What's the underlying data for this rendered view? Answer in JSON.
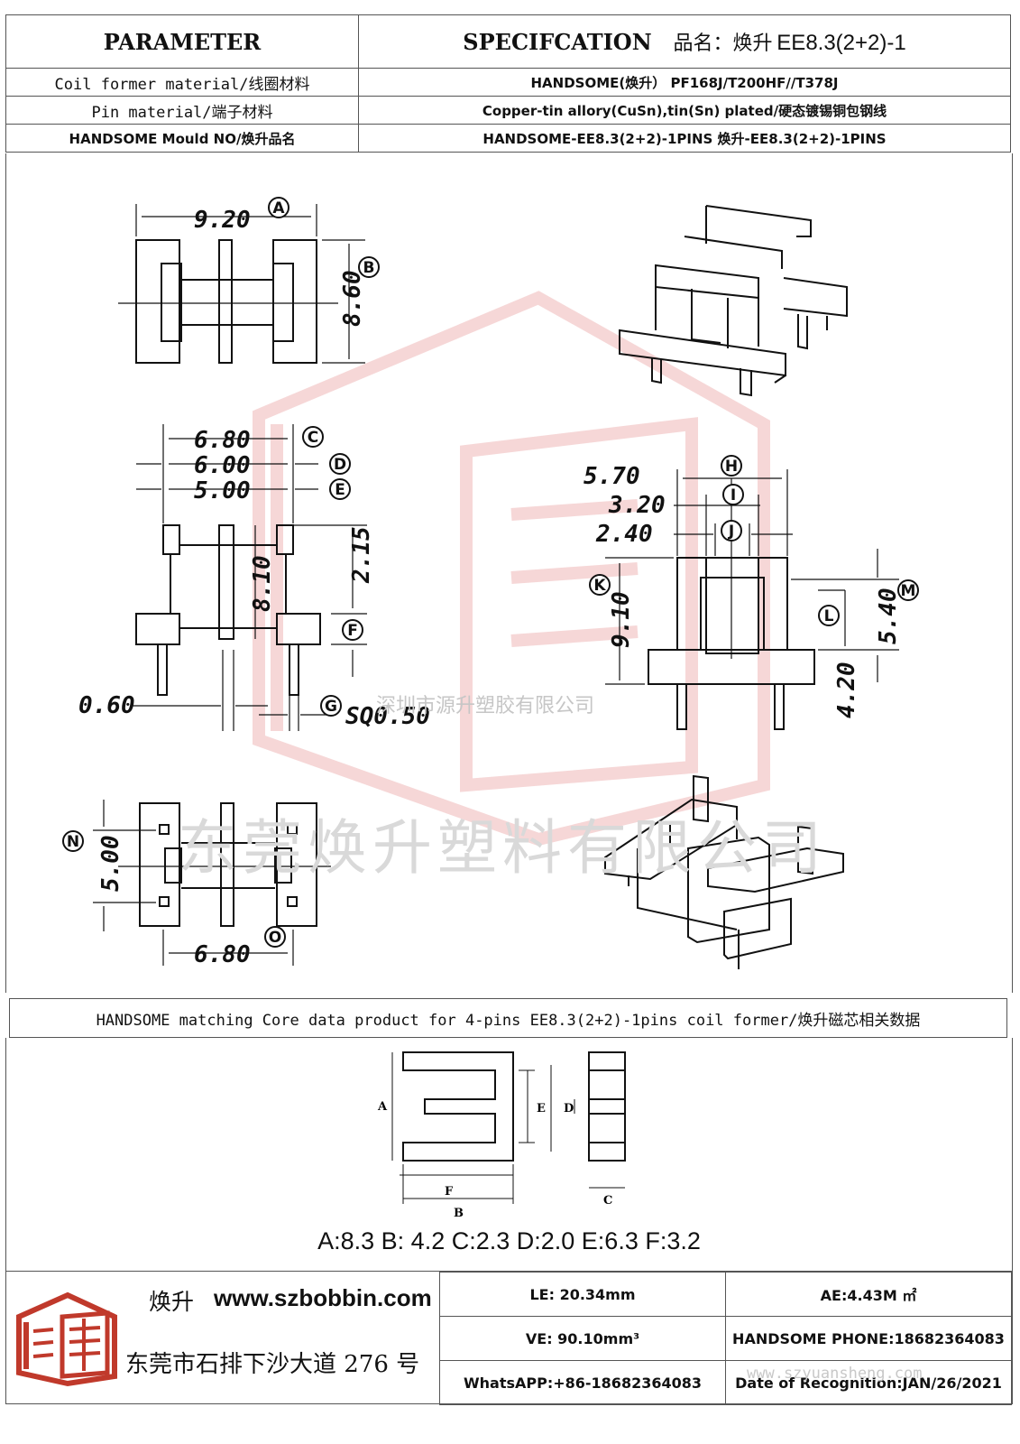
{
  "header": {
    "parameter": "PARAMETER",
    "spec": "SPECIFCATION",
    "name_label": "品名：焕升",
    "part": "EE8.3(2+2)-1"
  },
  "rows": [
    {
      "label": "Coil former material/线圈材料",
      "value": "HANDSOME(焕升）  PF168J/T200HF//T378J"
    },
    {
      "label": "Pin material/端子材料",
      "value": "Copper-tin allory(CuSn),tin(Sn) plated/硬态镀锡铜包钢线"
    },
    {
      "label": "HANDSOME Mould NO/焕升品名",
      "value": "HANDSOME-EE8.3(2+2)-1PINS   焕升-EE8.3(2+2)-1PINS"
    }
  ],
  "dims": {
    "A": "9.20",
    "B": "8.60",
    "C": "6.80",
    "D": "6.00",
    "E": "5.00",
    "F": "2.15",
    "K_val": "8.10",
    "G": "SQ0.50",
    "pin_w": "0.60",
    "H": "5.70",
    "I": "3.20",
    "J": "2.40",
    "K": "9.10",
    "M": "5.40",
    "L": "4.20",
    "N": "5.00",
    "O": "6.80"
  },
  "labels": {
    "A": "A",
    "B": "B",
    "C": "C",
    "D": "D",
    "E": "E",
    "F": "F",
    "G": "G",
    "H": "H",
    "I": "I",
    "J": "J",
    "K": "K",
    "L": "L",
    "M": "M",
    "N": "N",
    "O": "O"
  },
  "core": {
    "band": "HANDSOME matching Core data  product for 4-pins EE8.3(2+2)-1pins coil former/焕升磁芯相关数据",
    "dims_text": "A:8.3 B: 4.2 C:2.3 D:2.0 E:6.3 F:3.2",
    "letters": {
      "A": "A",
      "B": "B",
      "C": "C",
      "D": "D",
      "E": "E",
      "F": "F"
    }
  },
  "footer": {
    "brand": "焕升",
    "site": "www.szbobbin.com",
    "address": "东莞市石排下沙大道 276 号",
    "le": "LE: 20.34mm",
    "ae": "AE:4.43M ㎡",
    "ve": "VE: 90.10mm³",
    "phone": "HANDSOME PHONE:18682364083",
    "whatsapp": "WhatsAPP:+86-18682364083",
    "date": "Date of Recognition:JAN/26/2021"
  },
  "watermarks": {
    "company": "东莞焕升塑料有限公司",
    "company2": "深圳市源升塑胶有限公司",
    "url": "www.szyuansheng.com"
  }
}
